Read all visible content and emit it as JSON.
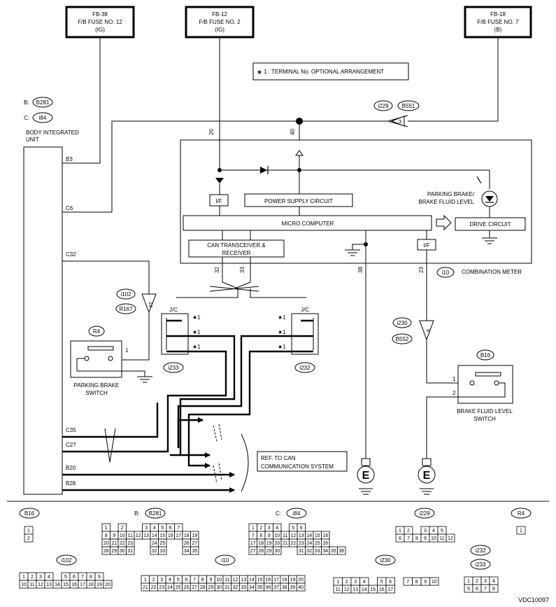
{
  "fuses": [
    {
      "id": "FB-38",
      "name": "F/B FUSE NO. 12",
      "supply": "(IG)"
    },
    {
      "id": "FB-12",
      "name": "F/B FUSE NO. 2",
      "supply": "(IG)"
    },
    {
      "id": "FB-18",
      "name": "F/B FUSE NO. 7",
      "supply": "(B)"
    }
  ],
  "note": {
    "mark": "★",
    "text": "1 : TERMINAL No. OPTIONAL ARRANGEMENT"
  },
  "bcu": {
    "conn_b_label": "B:",
    "conn_b": "B281",
    "conn_c_label": "C:",
    "conn_c": "i84",
    "title_line1": "BODY INTEGRATED",
    "title_line2": "UNIT",
    "pins": [
      "B3",
      "C6",
      "C32",
      "C35",
      "C27",
      "B20",
      "B28"
    ]
  },
  "top_connectors": {
    "a": "i229",
    "b": "B551",
    "pin": "3"
  },
  "meter": {
    "wire_20": "20",
    "wire_40": "40",
    "if_label": "I/F",
    "power_supply": "POWER SUPPLY CIRCUIT",
    "lamp_line1": "PARKING BRAKE/",
    "lamp_line2": "BRAKE FLUID LEVEL",
    "micro": "MICRO COMPUTER",
    "drive": "DRIVE CIRCUIT",
    "can_line1": "CAN TRANSCEIVER &",
    "can_line2": "RECEIVER",
    "pins": [
      "32",
      "33",
      "38",
      "23"
    ],
    "conn": "i10",
    "title": "COMBINATION METER"
  },
  "jc_left": {
    "label": "J/C",
    "conn": "i233",
    "marks": [
      "★1",
      "★1",
      "★1"
    ]
  },
  "jc_right": {
    "label": "J/C",
    "conn": "i232",
    "marks": [
      "★1",
      "★1",
      "★1"
    ]
  },
  "left_connectors": {
    "a": "i102",
    "b": "R167",
    "pin": "14"
  },
  "right_connectors": {
    "a": "i230",
    "b": "B552",
    "pin": "8"
  },
  "parking_switch": {
    "conn": "R4",
    "pin": "1",
    "line1": "PARKING BRAKE",
    "line2": "SWITCH"
  },
  "fluid_switch": {
    "conn": "B16",
    "pins": [
      "1",
      "2"
    ],
    "line1": "BRAKE FLUID LEVEL",
    "line2": "SWITCH"
  },
  "ref": {
    "line1": "REF. TO CAN",
    "line2": "COMMUNICATION SYSTEM"
  },
  "ground_label": "E",
  "footer": {
    "b16": {
      "label": "B16",
      "rows": [
        [
          "1"
        ],
        [
          "2"
        ]
      ]
    },
    "b281": {
      "prefix": "B:",
      "label": "B281",
      "rows": [
        [
          "1",
          "",
          "2",
          "",
          "",
          "3",
          "4",
          "5",
          "6",
          "7"
        ],
        [
          "8",
          "9",
          "10",
          "11",
          "12",
          "13",
          "14",
          "15",
          "16",
          "17",
          "18",
          "19"
        ],
        [
          "20",
          "21",
          "22",
          "23",
          "",
          "",
          "24",
          "25",
          "",
          "",
          "26",
          "27"
        ],
        [
          "28",
          "29",
          "30",
          "31",
          "",
          "",
          "32",
          "33",
          "",
          "",
          "34",
          "35"
        ]
      ]
    },
    "i84": {
      "prefix": "C:",
      "label": "i84",
      "rows": [
        [
          "1",
          "2",
          "3",
          "4",
          "",
          "5",
          "6"
        ],
        [
          "7",
          "8",
          "9",
          "10",
          "11",
          "12",
          "13",
          "14",
          "15",
          "16"
        ],
        [
          "17",
          "18",
          "19",
          "20",
          "21",
          "22",
          "23",
          "24",
          "25",
          "26"
        ],
        [
          "27",
          "28",
          "29",
          "30",
          "",
          "",
          "31",
          "32",
          "33",
          "34",
          "35",
          "36"
        ]
      ]
    },
    "i229": {
      "label": "i229",
      "rows": [
        [
          "1",
          "2",
          "",
          "3",
          "4",
          "5"
        ],
        [
          "6",
          "7",
          "8",
          "9",
          "10",
          "11",
          "12"
        ]
      ]
    },
    "r4": {
      "label": "R4",
      "rows": [
        [
          "1"
        ]
      ]
    },
    "i102": {
      "label": "i102",
      "rows": [
        [
          "1",
          "2",
          "3",
          "4",
          "",
          "5",
          "6",
          "7",
          "8",
          "9"
        ],
        [
          "10",
          "11",
          "12",
          "13",
          "14",
          "15",
          "16",
          "17",
          "18",
          "19",
          "20"
        ]
      ]
    },
    "i10": {
      "label": "i10",
      "rows": [
        [
          "1",
          "2",
          "3",
          "4",
          "5",
          "6",
          "7",
          "8",
          "9",
          "10",
          "11",
          "12",
          "13",
          "14",
          "15",
          "16",
          "17",
          "18",
          "19",
          "20"
        ],
        [
          "21",
          "22",
          "23",
          "24",
          "25",
          "26",
          "27",
          "28",
          "29",
          "30",
          "31",
          "32",
          "33",
          "34",
          "35",
          "36",
          "37",
          "38",
          "39",
          "40"
        ]
      ]
    },
    "i230": {
      "label": "i230",
      "rows": [
        [
          "1",
          "2",
          "3",
          "4",
          "",
          "5",
          "6",
          "",
          "7",
          "8",
          "9",
          "10"
        ],
        [
          "11",
          "12",
          "13",
          "14",
          "15",
          "16",
          "17"
        ]
      ]
    },
    "i232": {
      "label": "i232"
    },
    "i233": {
      "label": "i233",
      "rows": [
        [
          "1",
          "2",
          "3",
          "4"
        ],
        [
          "5",
          "6",
          "7",
          "8"
        ]
      ]
    },
    "code": "VDC10097"
  }
}
